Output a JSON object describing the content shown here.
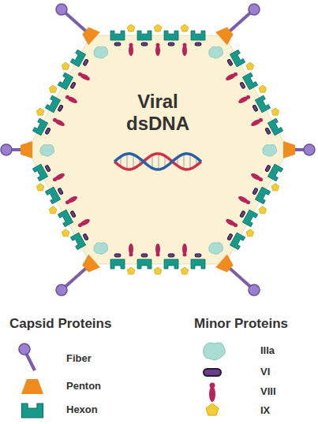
{
  "diagram": {
    "nodes": [
      {
        "text": [
          "Viral dsDNA"
        ]
      }
    ],
    "labels": [
      "Capsid Proteins",
      "Minor Proteins"
    ],
    "legend": [
      {
        "text": "Fiber"
      },
      {
        "text": "Penton"
      },
      {
        "text": "Hexon"
      },
      {
        "text": "IIIa"
      },
      {
        "text": "VI"
      },
      {
        "text": "VIII"
      },
      {
        "text": "IX"
      }
    ]
  }
}
